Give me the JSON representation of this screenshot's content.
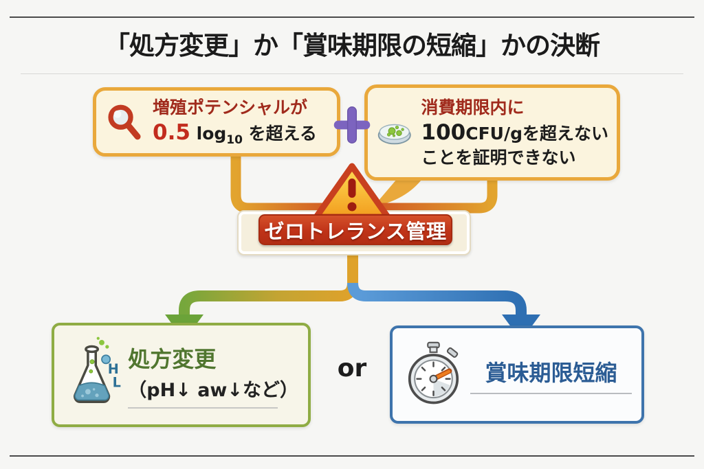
{
  "title": "「処方変更」か「賞味期限の短縮」かの決断",
  "conditions": {
    "growth": {
      "icon": "magnifier-icon",
      "line1": "増殖ポテンシャルが",
      "value": "0.5",
      "log_base": "log",
      "log_sub": "10",
      "suffix": "を超える"
    },
    "operator": "+",
    "proof": {
      "icon": "petri-dish-icon",
      "line1": "消費期限内に",
      "value": "100",
      "line2_rest": "CFU/gを超えない",
      "line3": "ことを証明できない"
    }
  },
  "management": {
    "icon": "warning-icon",
    "label": "ゼロトレランス管理"
  },
  "options": {
    "reformulation": {
      "icon": "flask-icon",
      "icon_letters": [
        "H",
        "L"
      ],
      "title": "処方変更",
      "subtitle": "（pH↓ aw↓など）"
    },
    "or_label": "or",
    "shelf_life": {
      "icon": "stopwatch-icon",
      "title": "賞味期限短縮"
    }
  },
  "colors": {
    "condition_border": "#e9a83b",
    "condition_bg": "#fbf4de",
    "accent_red": "#c22c1e",
    "dark_red_text": "#a02a1c",
    "plus_purple": "#7c64bf",
    "banner_red": "#c03318",
    "arrow_gold": "#dfa22b",
    "arrow_green": "#76a73c",
    "arrow_blue": "#2e6fb2",
    "reform_border": "#8fac44",
    "reform_text": "#50762f",
    "shelf_border": "#3e74ac",
    "shelf_text": "#2b5c94"
  }
}
